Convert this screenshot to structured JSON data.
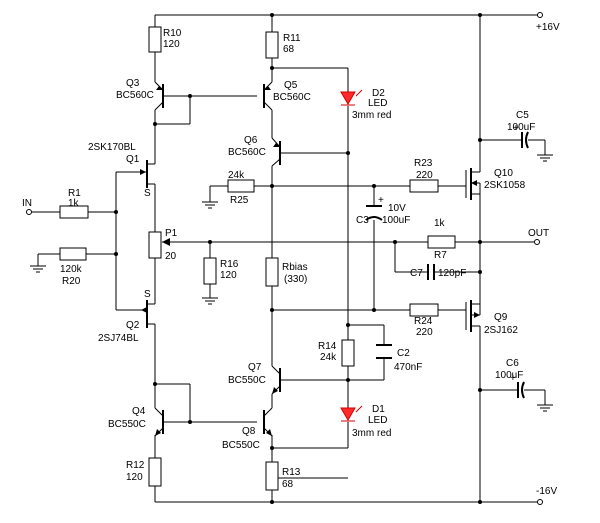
{
  "rails": {
    "positive": "+16V",
    "negative": "-16V"
  },
  "terminals": {
    "input": "IN",
    "output": "OUT"
  },
  "resistors": {
    "R1": {
      "name": "R1",
      "value": "1k"
    },
    "R20": {
      "name": "R20",
      "value": "120k"
    },
    "R10": {
      "name": "R10",
      "value": "120"
    },
    "R11": {
      "name": "R11",
      "value": "68"
    },
    "R12": {
      "name": "R12",
      "value": "120"
    },
    "R13": {
      "name": "R13",
      "value": "68"
    },
    "R16": {
      "name": "R16",
      "value": "120"
    },
    "R25": {
      "name": "R25",
      "value": "24k"
    },
    "R23": {
      "name": "R23",
      "value": "220"
    },
    "R24": {
      "name": "R24",
      "value": "220"
    },
    "R7": {
      "name": "R7",
      "value": "1k"
    },
    "R14": {
      "name": "R14",
      "value": "24k"
    },
    "Rbias": {
      "name": "Rbias",
      "value": "(330)"
    },
    "P1": {
      "name": "P1",
      "value": "20"
    }
  },
  "capacitors": {
    "C2": {
      "name": "C2",
      "value": "470nF"
    },
    "C3": {
      "name": "C3",
      "voltage": "10V",
      "value": "100uF",
      "polarity": "+"
    },
    "C5": {
      "name": "C5",
      "value": "100uF",
      "polarity": "+"
    },
    "C6": {
      "name": "C6",
      "value": "100uF",
      "polarity": "+"
    },
    "C7": {
      "name": "C7",
      "value": "120pF"
    }
  },
  "transistors": {
    "Q1": {
      "name": "Q1",
      "part": "2SK170BL",
      "source": "S"
    },
    "Q2": {
      "name": "Q2",
      "part": "2SJ74BL",
      "source": "S"
    },
    "Q3": {
      "name": "Q3",
      "part": "BC560C"
    },
    "Q4": {
      "name": "Q4",
      "part": "BC550C"
    },
    "Q5": {
      "name": "Q5",
      "part": "BC560C"
    },
    "Q6": {
      "name": "Q6",
      "part": "BC560C"
    },
    "Q7": {
      "name": "Q7",
      "part": "BC550C"
    },
    "Q8": {
      "name": "Q8",
      "part": "BC550C"
    },
    "Q9": {
      "name": "Q9",
      "part": "2SJ162"
    },
    "Q10": {
      "name": "Q10",
      "part": "2SK1058"
    }
  },
  "leds": {
    "D1": {
      "name": "D1",
      "type": "LED",
      "size": "3mm red"
    },
    "D2": {
      "name": "D2",
      "type": "LED",
      "size": "3mm red"
    }
  },
  "colors": {
    "wire": "#000000",
    "led": "#ff2a2a",
    "background": "#ffffff"
  }
}
